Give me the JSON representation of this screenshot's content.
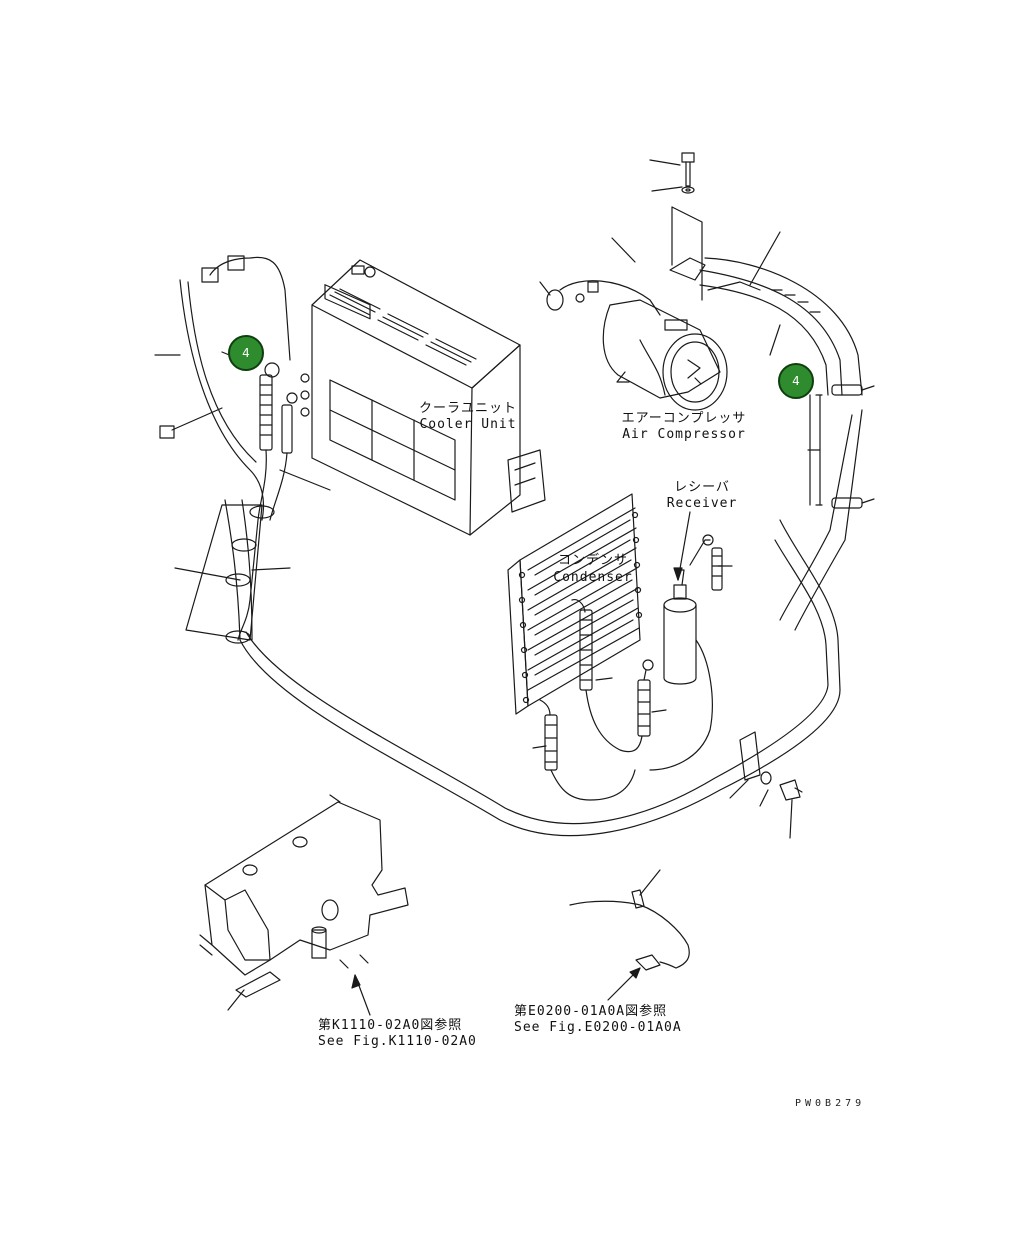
{
  "labels": {
    "cooler_jp": "クーラユニット",
    "cooler_en": "Cooler Unit",
    "compressor_jp": "エアーコンプレッサ",
    "compressor_en": "Air Compressor",
    "receiver_jp": "レシーバ",
    "receiver_en": "Receiver",
    "condenser_jp": "コンデンサ",
    "condenser_en": "Condenser",
    "ref_k_jp": "第K1110-02A0図参照",
    "ref_k_en": "See Fig.K1110-02A0",
    "ref_e_jp": "第E0200-01A0A図参照",
    "ref_e_en": "See Fig.E0200-01A0A",
    "drawing_code": "PW0B279"
  },
  "callouts": [
    {
      "id": "callout-left",
      "number": "4"
    },
    {
      "id": "callout-right",
      "number": "4"
    }
  ],
  "colors": {
    "line": "#1a1a1a",
    "callout_fill": "#2e8b2e",
    "callout_border": "#0f3f0f"
  }
}
